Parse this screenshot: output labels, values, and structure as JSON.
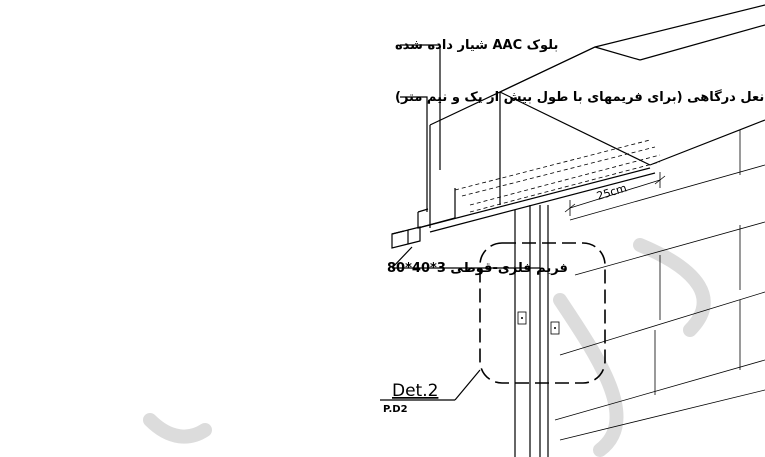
{
  "labels": {
    "aac_block": "بلوک AAC شیار داده شده",
    "lintel": "نعل درگاهی (برای فریمهای با طول بیش از یک و نیم متر)",
    "frame_box": "فریم فلزی-قوطی 3*40*80",
    "dimension": "25cm"
  },
  "detail": {
    "title": "Det.2",
    "sheet": "P.D2"
  }
}
